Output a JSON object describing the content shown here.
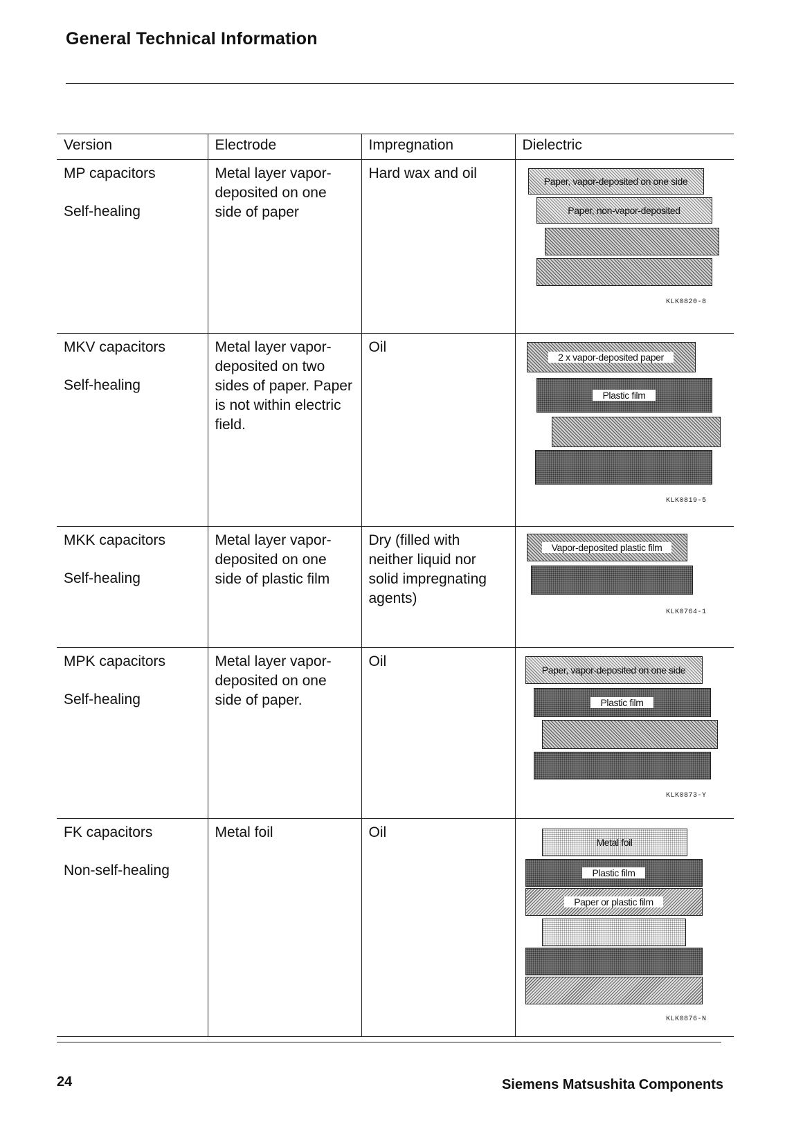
{
  "header": {
    "title": "General Technical Information"
  },
  "table": {
    "columns": [
      "Version",
      "Electrode",
      "Impregnation",
      "Dielectric"
    ],
    "rows": [
      {
        "version_name": "MP capacitors",
        "version_type": "Self-healing",
        "electrode": "Metal layer vapor-deposited on one side of paper",
        "impregnation": "Hard wax and oil",
        "dielectric": {
          "layers": [
            {
              "pattern": "hatch-light",
              "label": "Paper, vapor-deposited on one side"
            },
            {
              "pattern": "hatch-light",
              "label": "Paper, non-vapor-deposited"
            },
            {
              "pattern": "hatch",
              "label": ""
            },
            {
              "pattern": "hatch",
              "label": ""
            }
          ],
          "code": "KLK0820-8"
        }
      },
      {
        "version_name": "MKV capacitors",
        "version_type": "Self-healing",
        "electrode": "Metal layer vapor-deposited on two sides of paper. Paper is not within electric field.",
        "impregnation": "Oil",
        "dielectric": {
          "layers": [
            {
              "pattern": "hatch",
              "label": "2 x vapor-deposited paper"
            },
            {
              "pattern": "dark",
              "label": "Plastic film"
            },
            {
              "pattern": "hatch",
              "label": ""
            },
            {
              "pattern": "dark",
              "label": ""
            }
          ],
          "code": "KLK0819-5"
        }
      },
      {
        "version_name": "MKK capacitors",
        "version_type": "Self-healing",
        "electrode": "Metal layer vapor-deposited on one side of plastic film",
        "impregnation": "Dry (filled with neither liquid nor solid impregnating agents)",
        "dielectric": {
          "layers": [
            {
              "pattern": "hatch",
              "label": "Vapor-deposited plastic film"
            },
            {
              "pattern": "dark",
              "label": ""
            }
          ],
          "code": "KLK0764-1"
        }
      },
      {
        "version_name": "MPK capacitors",
        "version_type": "Self-healing",
        "electrode": "Metal layer vapor-deposited on one side of paper.",
        "impregnation": "Oil",
        "dielectric": {
          "layers": [
            {
              "pattern": "hatch-light",
              "label": "Paper, vapor-deposited on one side"
            },
            {
              "pattern": "dark",
              "label": "Plastic film"
            },
            {
              "pattern": "hatch",
              "label": ""
            },
            {
              "pattern": "dark",
              "label": ""
            }
          ],
          "code": "KLK0873-Y"
        }
      },
      {
        "version_name": "FK capacitors",
        "version_type": "Non-self-healing",
        "electrode": "Metal foil",
        "impregnation": "Oil",
        "dielectric": {
          "layers": [
            {
              "pattern": "dots",
              "label": "Metal foil"
            },
            {
              "pattern": "dark",
              "label": "Plastic film"
            },
            {
              "pattern": "hatch-rev",
              "label": "Paper or plastic film"
            },
            {
              "pattern": "dots",
              "label": ""
            },
            {
              "pattern": "dark",
              "label": ""
            },
            {
              "pattern": "hatch-rev",
              "label": ""
            }
          ],
          "code": "KLK0876-N"
        }
      }
    ]
  },
  "footer": {
    "page_number": "24",
    "publisher": "Siemens Matsushita Components"
  }
}
